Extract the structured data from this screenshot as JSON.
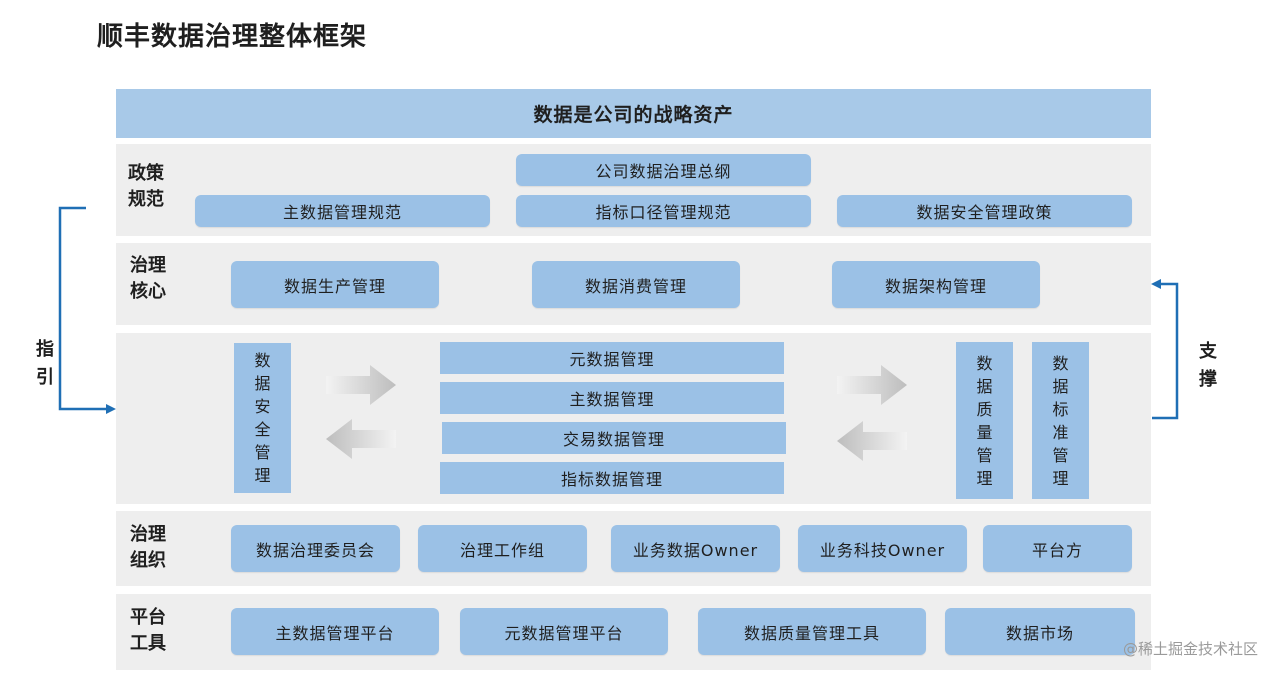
{
  "title": "顺丰数据治理整体框架",
  "banner": "数据是公司的战略资产",
  "sections": {
    "policy": {
      "label": "政策\n规范",
      "top_item": "公司数据治理总纲",
      "items": [
        "主数据管理规范",
        "指标口径管理规范",
        "数据安全管理政策"
      ]
    },
    "core": {
      "label": "治理\n核心",
      "items": [
        "数据生产管理",
        "数据消费管理",
        "数据架构管理"
      ]
    },
    "middle": {
      "left_vertical": [
        "数",
        "据",
        "安",
        "全",
        "管",
        "理"
      ],
      "center_items": [
        "元数据管理",
        "主数据管理",
        "交易数据管理",
        "指标数据管理"
      ],
      "right_vertical_1": [
        "数",
        "据",
        "质",
        "量",
        "管",
        "理"
      ],
      "right_vertical_2": [
        "数",
        "据",
        "标",
        "准",
        "管",
        "理"
      ]
    },
    "org": {
      "label": "治理\n组织",
      "items": [
        "数据治理委员会",
        "治理工作组",
        "业务数据Owner",
        "业务科技Owner",
        "平台方"
      ]
    },
    "tools": {
      "label": "平台\n工具",
      "items": [
        "主数据管理平台",
        "元数据管理平台",
        "数据质量管理工具",
        "数据市场"
      ]
    }
  },
  "side_left": [
    "指",
    "引"
  ],
  "side_right": [
    "支",
    "撑"
  ],
  "watermark": "@稀土掘金技术社区",
  "colors": {
    "banner": "#a8c9e8",
    "box": "#9bc1e6",
    "band": "#eeeeee",
    "arrow": "#1f6fb5"
  }
}
